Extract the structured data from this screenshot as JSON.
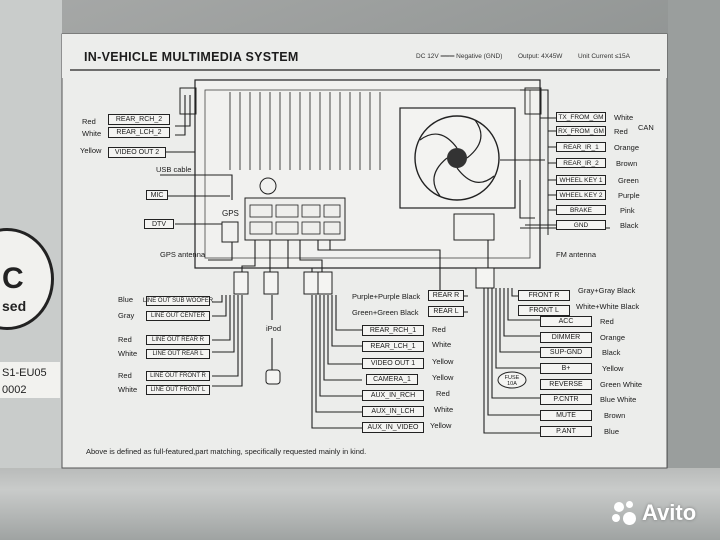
{
  "header": {
    "title": "IN-VEHICLE MULTIMEDIA SYSTEM",
    "spec_dc": "DC 12V ═══ Negative (GND)",
    "spec_output": "Output: 4X45W",
    "spec_current": "Unit Current ≤15A"
  },
  "footer": {
    "note": "Above is defined as full-featured,part matching, specifically requested mainly in kind."
  },
  "left_inputs": [
    {
      "label": "REAR_RCH_2",
      "color": "Red"
    },
    {
      "label": "REAR_LCH_2",
      "color": "White"
    },
    {
      "label": "VIDEO OUT 2",
      "color": "Yellow"
    }
  ],
  "left_misc": {
    "usb": "USB cable",
    "mic": "MIC",
    "dtv": "DTV",
    "gps_antenna": "GPS antenna",
    "gps_port": "GPS",
    "ipod": "iPod",
    "fm_antenna": "FM antenna",
    "can": "CAN",
    "fuse": "FUSE 10A"
  },
  "line_out": [
    {
      "label": "LINE OUT SUB WOOFER",
      "color": "Blue"
    },
    {
      "label": "LINE OUT CENTER",
      "color": "Gray"
    },
    {
      "label": "LINE OUT REAR R",
      "color": "Red"
    },
    {
      "label": "LINE OUT REAR L",
      "color": "White"
    },
    {
      "label": "LINE OUT FRONT R",
      "color": "Red"
    },
    {
      "label": "LINE OUT FRONT L",
      "color": "White"
    }
  ],
  "speakers_mid": [
    {
      "label": "REAR R",
      "color": "Purple+Purple Black"
    },
    {
      "label": "REAR L",
      "color": "Green+Green Black"
    }
  ],
  "av_mid": [
    {
      "label": "REAR_RCH_1",
      "color": "Red"
    },
    {
      "label": "REAR_LCH_1",
      "color": "White"
    },
    {
      "label": "VIDEO OUT 1",
      "color": "Yellow"
    },
    {
      "label": "CAMERA_1",
      "color": "Yellow"
    },
    {
      "label": "AUX_IN_RCH",
      "color": "Red"
    },
    {
      "label": "AUX_IN_LCH",
      "color": "White"
    },
    {
      "label": "AUX_IN_VIDEO",
      "color": "Yellow"
    }
  ],
  "right_top": [
    {
      "label": "TX_FROM_GM",
      "color": "White"
    },
    {
      "label": "RX_FROM_GM",
      "color": "Red"
    },
    {
      "label": "REAR_IR_1",
      "color": "Orange"
    },
    {
      "label": "REAR_IR_2",
      "color": "Brown"
    },
    {
      "label": "WHEEL KEY 1",
      "color": "Green"
    },
    {
      "label": "WHEEL KEY 2",
      "color": "Purple"
    },
    {
      "label": "BRAKE",
      "color": "Pink"
    },
    {
      "label": "GND",
      "color": "Black"
    }
  ],
  "right_speakers": [
    {
      "label": "FRONT R",
      "color": "Gray+Gray Black"
    },
    {
      "label": "FRONT L",
      "color": "White+White Black"
    }
  ],
  "right_power": [
    {
      "label": "ACC",
      "color": "Red"
    },
    {
      "label": "DIMMER",
      "color": "Orange"
    },
    {
      "label": "SUP-GND",
      "color": "Black"
    },
    {
      "label": "B+",
      "color": "Yellow"
    },
    {
      "label": "REVERSE",
      "color": "Green White"
    },
    {
      "label": "P.CNTR",
      "color": "Blue White"
    },
    {
      "label": "MUTE",
      "color": "Brown"
    },
    {
      "label": "P.ANT",
      "color": "Blue"
    }
  ],
  "side_left": {
    "letter": "C",
    "word": "sed",
    "model": "S1-EU05",
    "code": "0002"
  },
  "watermark": {
    "text": "Avito"
  }
}
